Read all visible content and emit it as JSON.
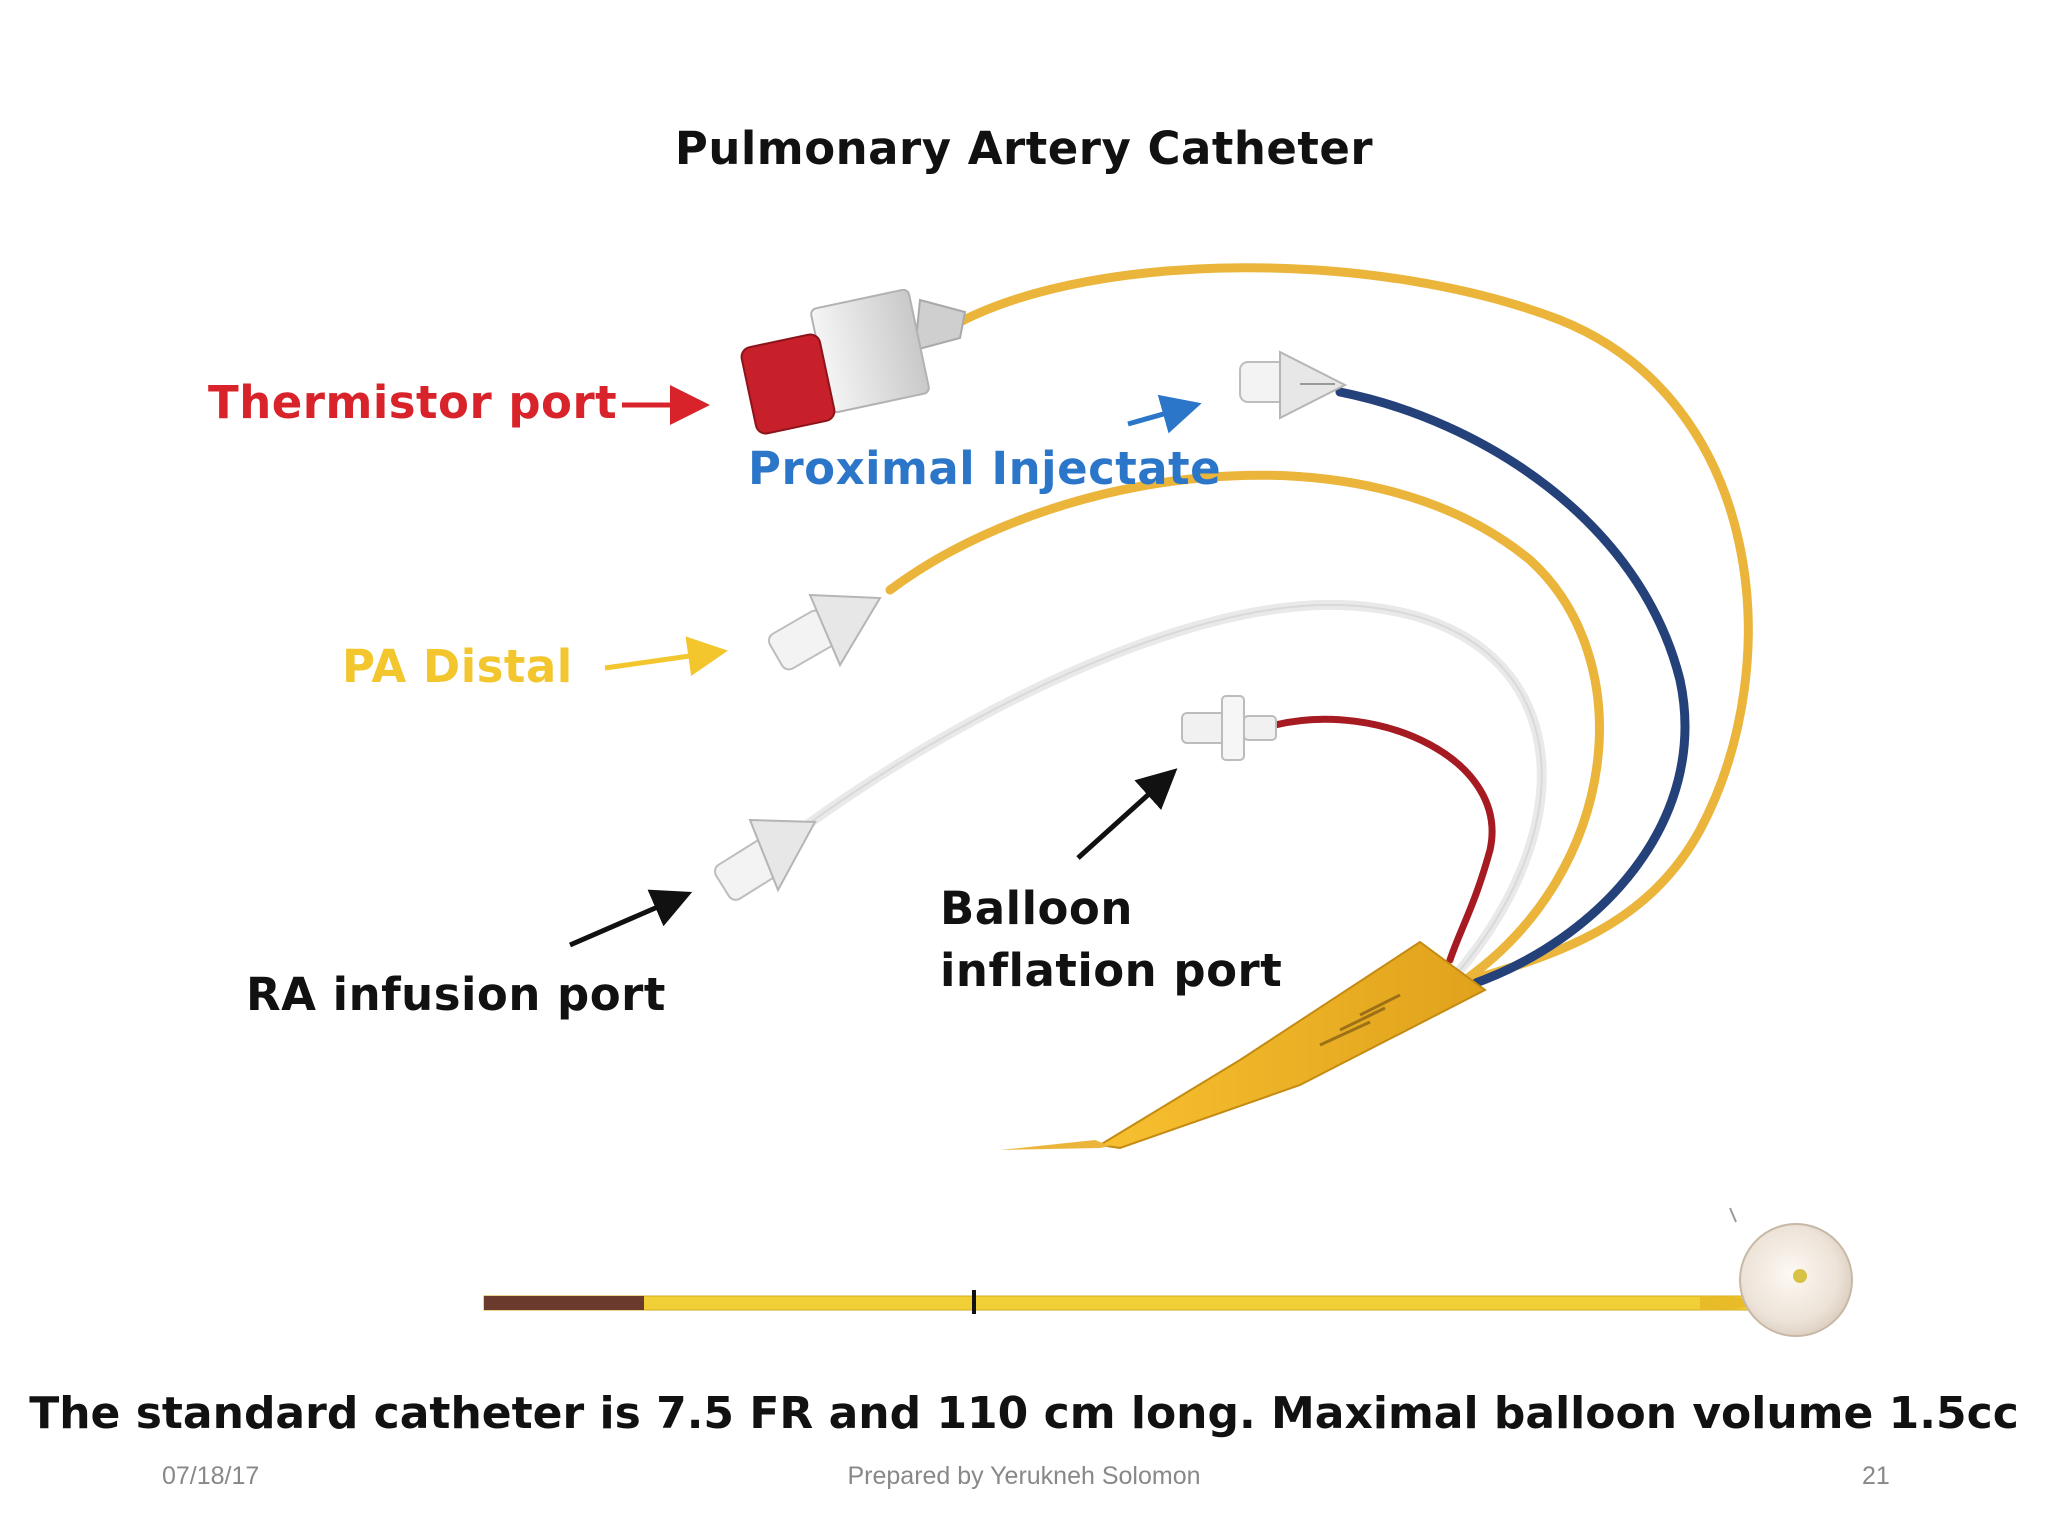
{
  "slide": {
    "title": "Pulmonary Artery Catheter",
    "labels": {
      "thermistor": "Thermistor port",
      "proximal": "Proximal Injectate",
      "pa_distal": "PA Distal",
      "ra_infusion": "RA infusion port",
      "balloon_inflation": "Balloon inflation port"
    },
    "caption": "The standard catheter is 7.5 FR and 110 cm long.  Maximal balloon volume 1.5cc",
    "footer": {
      "date": "07/18/17",
      "author": "Prepared by Yerukneh Solomon",
      "page": "21"
    }
  },
  "colors": {
    "thermistor": "#d8232a",
    "proximal": "#2b76c9",
    "pa_distal": "#f2c62c",
    "catheter_yellow": "#eab53a",
    "catheter_blue": "#24417a",
    "catheter_red": "#a61b22",
    "catheter_white": "#e9e9e9"
  }
}
